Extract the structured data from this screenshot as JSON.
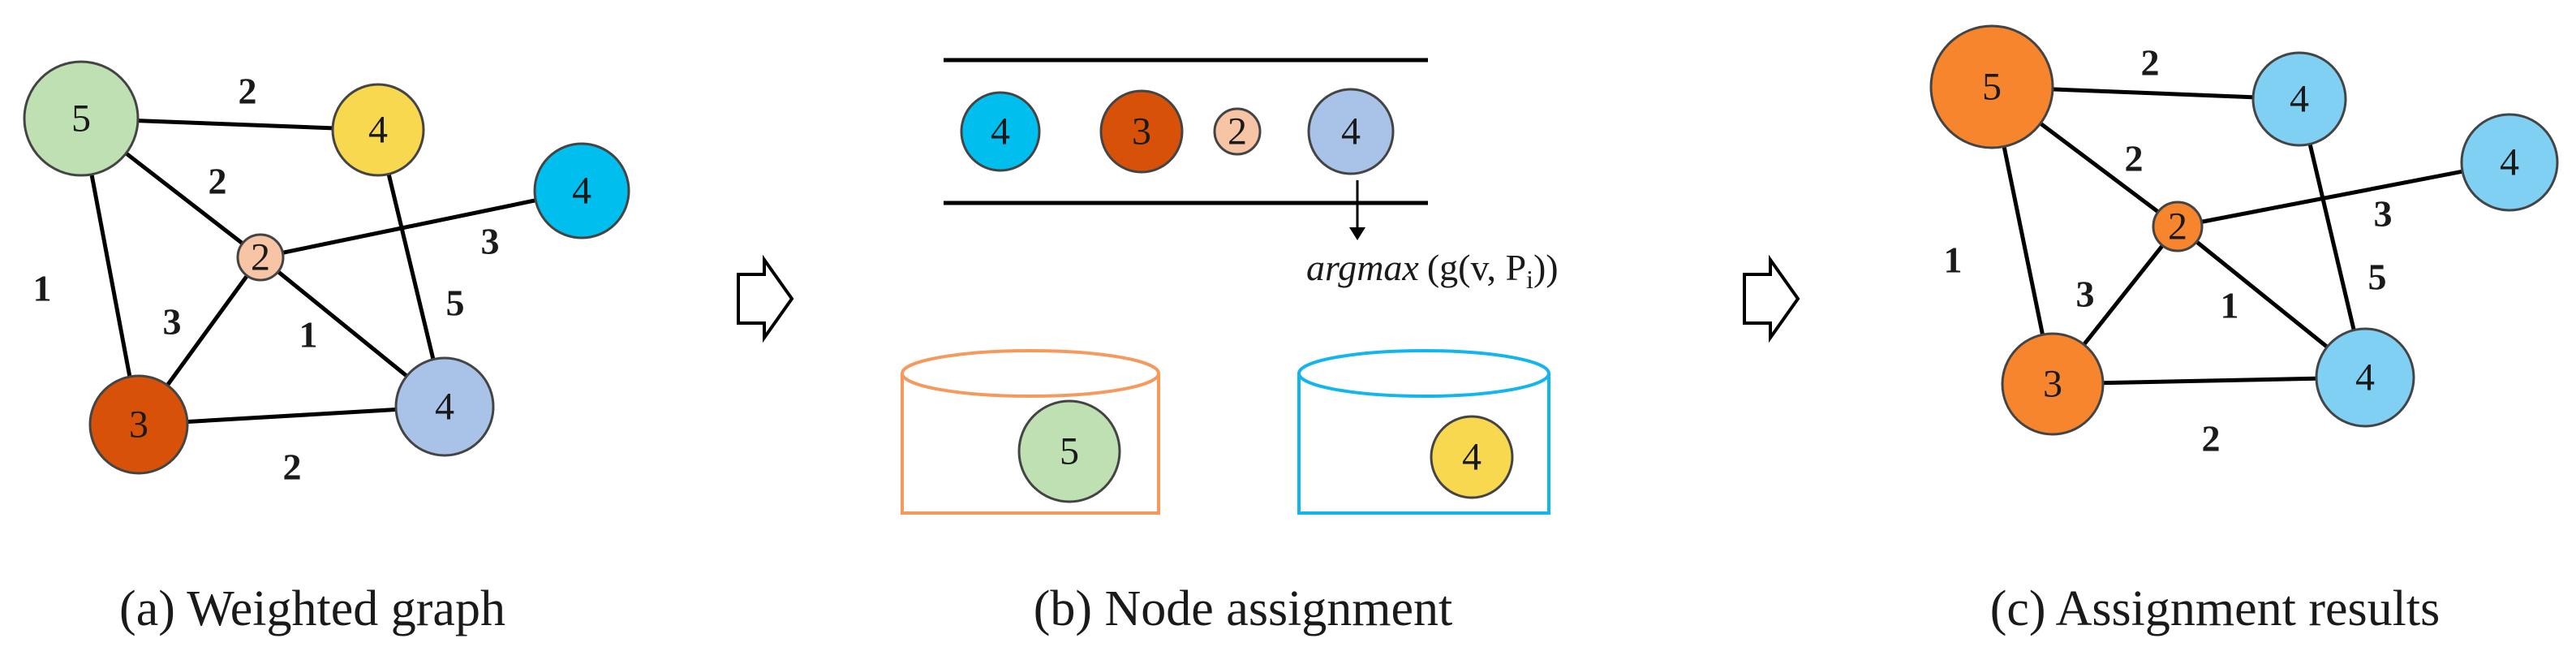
{
  "colors": {
    "green": "#bfe0b3",
    "yellow": "#f8d84e",
    "cyan": "#00bfef",
    "peach": "#f7c5a6",
    "dark_orange": "#d75208",
    "lavender": "#a9c2e7",
    "orange": "#f7852e",
    "light_blue": "#7fd0f3",
    "cyl_orange": "#f59a5c",
    "cyl_blue": "#12b5ec"
  },
  "panel_a": {
    "caption": "(a) Weighted graph",
    "nodes": [
      {
        "id": "A",
        "label": "5",
        "color": "green"
      },
      {
        "id": "B",
        "label": "4",
        "color": "yellow"
      },
      {
        "id": "C",
        "label": "4",
        "color": "cyan"
      },
      {
        "id": "D",
        "label": "2",
        "color": "peach"
      },
      {
        "id": "E",
        "label": "3",
        "color": "dark_orange"
      },
      {
        "id": "F",
        "label": "4",
        "color": "lavender"
      }
    ],
    "edges": [
      {
        "from": "A",
        "to": "B",
        "weight": "2"
      },
      {
        "from": "A",
        "to": "D",
        "weight": "2"
      },
      {
        "from": "A",
        "to": "E",
        "weight": "1"
      },
      {
        "from": "D",
        "to": "C",
        "weight": "3"
      },
      {
        "from": "D",
        "to": "E",
        "weight": "3"
      },
      {
        "from": "D",
        "to": "F",
        "weight": "1"
      },
      {
        "from": "B",
        "to": "F",
        "weight": "5"
      },
      {
        "from": "E",
        "to": "F",
        "weight": "2"
      }
    ]
  },
  "panel_b": {
    "caption": "(b) Node assignment",
    "queue": [
      {
        "label": "4",
        "color": "cyan"
      },
      {
        "label": "3",
        "color": "dark_orange"
      },
      {
        "label": "2",
        "color": "peach"
      },
      {
        "label": "4",
        "color": "lavender"
      }
    ],
    "formula_func": "argmax",
    "formula_open": "(g(v, P",
    "formula_sub": "i",
    "formula_close": "))",
    "partitions": [
      {
        "label": "5",
        "color": "green",
        "border": "cyl_orange"
      },
      {
        "label": "4",
        "color": "yellow",
        "border": "cyl_blue"
      }
    ]
  },
  "panel_c": {
    "caption": "(c) Assignment results",
    "nodes": [
      {
        "id": "A",
        "label": "5",
        "color": "orange"
      },
      {
        "id": "B",
        "label": "4",
        "color": "light_blue"
      },
      {
        "id": "C",
        "label": "4",
        "color": "light_blue"
      },
      {
        "id": "D",
        "label": "2",
        "color": "orange"
      },
      {
        "id": "E",
        "label": "3",
        "color": "orange"
      },
      {
        "id": "F",
        "label": "4",
        "color": "light_blue"
      }
    ],
    "edges": [
      {
        "from": "A",
        "to": "B",
        "weight": "2"
      },
      {
        "from": "A",
        "to": "D",
        "weight": "2"
      },
      {
        "from": "A",
        "to": "E",
        "weight": "1"
      },
      {
        "from": "D",
        "to": "C",
        "weight": "3"
      },
      {
        "from": "D",
        "to": "E",
        "weight": "3"
      },
      {
        "from": "D",
        "to": "F",
        "weight": "1"
      },
      {
        "from": "B",
        "to": "F",
        "weight": "5"
      },
      {
        "from": "E",
        "to": "F",
        "weight": "2"
      }
    ]
  },
  "arrows": [
    "hollow-right-arrow",
    "hollow-right-arrow"
  ]
}
